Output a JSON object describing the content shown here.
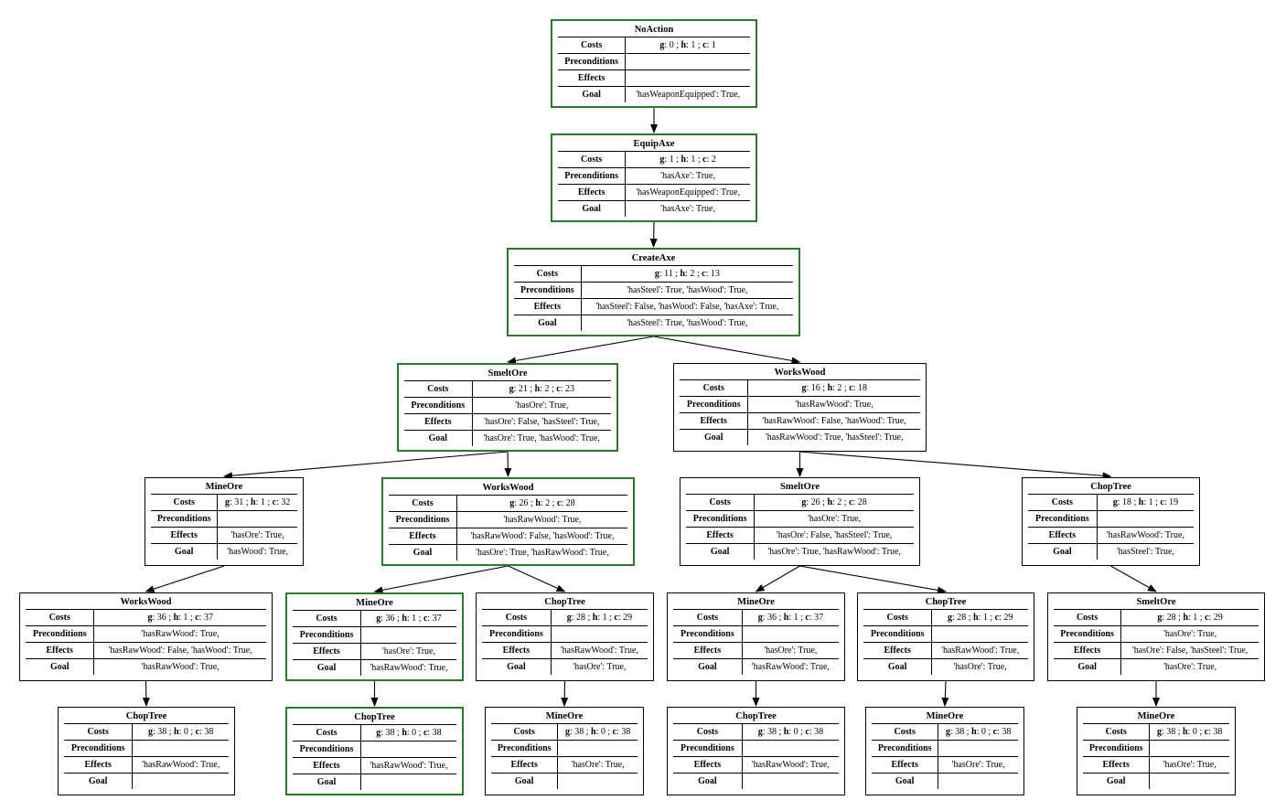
{
  "labels": {
    "costs": "Costs",
    "preconditions": "Preconditions",
    "effects": "Effects",
    "goal": "Goal"
  },
  "nodes": [
    {
      "id": "n0",
      "title": "NoAction",
      "plan": true,
      "g": "0",
      "h": "1",
      "c": "1",
      "pre": "",
      "eff": "",
      "goal": "'hasWeaponEquipped': True,"
    },
    {
      "id": "n1",
      "title": "EquipAxe",
      "plan": true,
      "g": "1",
      "h": "1",
      "c": "2",
      "pre": "'hasAxe': True,",
      "eff": "'hasWeaponEquipped': True,",
      "goal": "'hasAxe': True,"
    },
    {
      "id": "n2",
      "title": "CreateAxe",
      "plan": true,
      "g": "11",
      "h": "2",
      "c": "13",
      "pre": "'hasSteel': True, 'hasWood': True,",
      "eff": "'hasSteel': False, 'hasWood': False, 'hasAxe': True,",
      "goal": "'hasSteel': True, 'hasWood': True,"
    },
    {
      "id": "n3",
      "title": "SmeltOre",
      "plan": true,
      "g": "21",
      "h": "2",
      "c": "23",
      "pre": "'hasOre': True,",
      "eff": "'hasOre': False, 'hasSteel': True,",
      "goal": "'hasOre': True, 'hasWood': True,"
    },
    {
      "id": "n4",
      "title": "WorksWood",
      "plan": false,
      "g": "16",
      "h": "2",
      "c": "18",
      "pre": "'hasRawWood': True,",
      "eff": "'hasRawWood': False, 'hasWood': True,",
      "goal": "'hasRawWood': True, 'hasSteel': True,"
    },
    {
      "id": "n5",
      "title": "MineOre",
      "plan": false,
      "g": "31",
      "h": "1",
      "c": "32",
      "pre": "",
      "eff": "'hasOre': True,",
      "goal": "'hasWood': True,"
    },
    {
      "id": "n6",
      "title": "WorksWood",
      "plan": true,
      "g": "26",
      "h": "2",
      "c": "28",
      "pre": "'hasRawWood': True,",
      "eff": "'hasRawWood': False, 'hasWood': True,",
      "goal": "'hasOre': True, 'hasRawWood': True,"
    },
    {
      "id": "n7",
      "title": "SmeltOre",
      "plan": false,
      "g": "26",
      "h": "2",
      "c": "28",
      "pre": "'hasOre': True,",
      "eff": "'hasOre': False, 'hasSteel': True,",
      "goal": "'hasOre': True, 'hasRawWood': True,"
    },
    {
      "id": "n8",
      "title": "ChopTree",
      "plan": false,
      "g": "18",
      "h": "1",
      "c": "19",
      "pre": "",
      "eff": "'hasRawWood': True,",
      "goal": "'hasSteel': True,"
    },
    {
      "id": "n9",
      "title": "WorksWood",
      "plan": false,
      "g": "36",
      "h": "1",
      "c": "37",
      "pre": "'hasRawWood': True,",
      "eff": "'hasRawWood': False, 'hasWood': True,",
      "goal": "'hasRawWood': True,"
    },
    {
      "id": "n10",
      "title": "MineOre",
      "plan": true,
      "g": "36",
      "h": "1",
      "c": "37",
      "pre": "",
      "eff": "'hasOre': True,",
      "goal": "'hasRawWood': True,"
    },
    {
      "id": "n11",
      "title": "ChopTree",
      "plan": false,
      "g": "28",
      "h": "1",
      "c": "29",
      "pre": "",
      "eff": "'hasRawWood': True,",
      "goal": "'hasOre': True,"
    },
    {
      "id": "n12",
      "title": "MineOre",
      "plan": false,
      "g": "36",
      "h": "1",
      "c": "37",
      "pre": "",
      "eff": "'hasOre': True,",
      "goal": "'hasRawWood': True,"
    },
    {
      "id": "n13",
      "title": "ChopTree",
      "plan": false,
      "g": "28",
      "h": "1",
      "c": "29",
      "pre": "",
      "eff": "'hasRawWood': True,",
      "goal": "'hasOre': True,"
    },
    {
      "id": "n14",
      "title": "SmeltOre",
      "plan": false,
      "g": "28",
      "h": "1",
      "c": "29",
      "pre": "'hasOre': True,",
      "eff": "'hasOre': False, 'hasSteel': True,",
      "goal": "'hasOre': True,"
    },
    {
      "id": "n15",
      "title": "ChopTree",
      "plan": false,
      "g": "38",
      "h": "0",
      "c": "38",
      "pre": "",
      "eff": "'hasRawWood': True,",
      "goal": ""
    },
    {
      "id": "n16",
      "title": "ChopTree",
      "plan": true,
      "g": "38",
      "h": "0",
      "c": "38",
      "pre": "",
      "eff": "'hasRawWood': True,",
      "goal": ""
    },
    {
      "id": "n17",
      "title": "MineOre",
      "plan": false,
      "g": "38",
      "h": "0",
      "c": "38",
      "pre": "",
      "eff": "'hasOre': True,",
      "goal": ""
    },
    {
      "id": "n18",
      "title": "ChopTree",
      "plan": false,
      "g": "38",
      "h": "0",
      "c": "38",
      "pre": "",
      "eff": "'hasRawWood': True,",
      "goal": ""
    },
    {
      "id": "n19",
      "title": "MineOre",
      "plan": false,
      "g": "38",
      "h": "0",
      "c": "38",
      "pre": "",
      "eff": "'hasOre': True,",
      "goal": ""
    },
    {
      "id": "n20",
      "title": "MineOre",
      "plan": false,
      "g": "38",
      "h": "0",
      "c": "38",
      "pre": "",
      "eff": "'hasOre': True,",
      "goal": ""
    }
  ],
  "edges": [
    [
      "n0",
      "n1"
    ],
    [
      "n1",
      "n2"
    ],
    [
      "n2",
      "n3"
    ],
    [
      "n2",
      "n4"
    ],
    [
      "n3",
      "n5"
    ],
    [
      "n3",
      "n6"
    ],
    [
      "n4",
      "n7"
    ],
    [
      "n4",
      "n8"
    ],
    [
      "n5",
      "n9"
    ],
    [
      "n6",
      "n10"
    ],
    [
      "n6",
      "n11"
    ],
    [
      "n7",
      "n12"
    ],
    [
      "n7",
      "n13"
    ],
    [
      "n8",
      "n14"
    ],
    [
      "n9",
      "n15"
    ],
    [
      "n10",
      "n16"
    ],
    [
      "n11",
      "n17"
    ],
    [
      "n12",
      "n18"
    ],
    [
      "n13",
      "n19"
    ],
    [
      "n14",
      "n20"
    ]
  ],
  "colors": {
    "plan_border": "#2a7a2a",
    "default_border": "#000000"
  }
}
